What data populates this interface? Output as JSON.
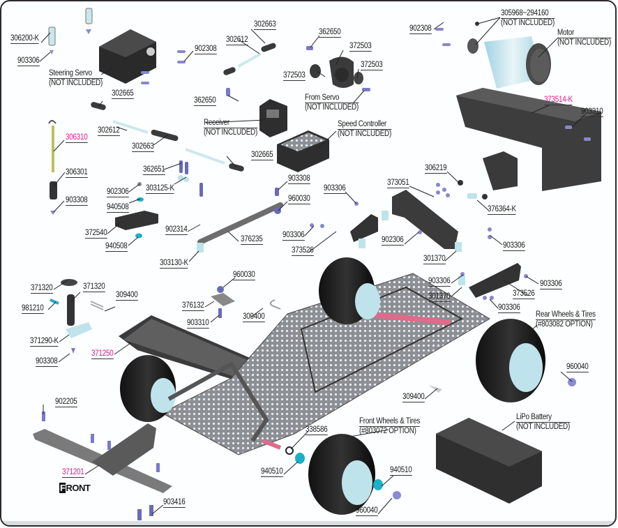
{
  "diagram": {
    "title": "Exploded parts diagram - RC car chassis",
    "front_marker": {
      "first": "F",
      "rest": "RONT"
    },
    "colors": {
      "highlight_label": "#d6198a",
      "label": "#1a1a1a",
      "frame": "#2b2b2b",
      "screw": "#7a7ac8",
      "aluminum": "#bfe3ea",
      "carbon": "#555555",
      "axle": "#d4567a"
    },
    "labels": {
      "l306200K": "306200-K",
      "l903306a": "903306",
      "steering_servo": "Steering Servo",
      "steering_servo_note": "(NOT INCLUDED)",
      "l902308a": "902308",
      "l302612a": "302612",
      "l302663a": "302663",
      "l362650a": "362650",
      "l372503a": "372503",
      "l372503b": "372503",
      "l372503c": "372503",
      "l362650b": "362650",
      "from_servo": "From Servo",
      "from_servo_note": "(NOT INCLUDED)",
      "l902308b": "902308",
      "pinion": "305968~294160",
      "pinion_note": "(NOT INCLUDED)",
      "motor": "Motor",
      "motor_note": "(NOT INCLUDED)",
      "l373514K": "373514-K",
      "l903310a": "903310",
      "l302665a": "302665",
      "l302612b": "302612",
      "l302663b": "302663",
      "receiver": "Receiver",
      "receiver_note": "(NOT INCLUDED)",
      "speed_controller": "Speed Controller",
      "speed_controller_note": "(NOT INCLUDED)",
      "l306310": "306310",
      "l306301": "306301",
      "l903308a": "903308",
      "l362651": "362651",
      "l303125K": "303125-K",
      "l902306a": "902306",
      "l940508a": "940508",
      "l372540": "372540",
      "l940508b": "940508",
      "l902314": "902314",
      "l303130K": "303130-K",
      "l302665b": "302665",
      "l903308b": "903308",
      "l960030a": "960030",
      "l376235": "376235",
      "l903306b": "903306",
      "l903306c": "903306",
      "l373526a": "373526",
      "l373051": "373051",
      "l902306b": "902306",
      "l306219": "306219",
      "l376364K": "376364-K",
      "l903306d": "903306",
      "l301370a": "301370",
      "l903306e": "903306",
      "l301370b": "301370",
      "l373526b": "373526",
      "l903306f": "903306",
      "l903306g": "903306",
      "l371320a": "371320",
      "l371320b": "371320",
      "l981210": "981210",
      "l309400a": "309400",
      "l371290K": "371290-K",
      "l903308c": "903308",
      "l371250": "371250",
      "l960030b": "960030",
      "l376132": "376132",
      "l903310b": "903310",
      "l309400b": "309400",
      "rear_wheels": "Rear Wheels & Tires",
      "rear_wheels_note": "(#803082 OPTION)",
      "l960040a": "960040",
      "l309400c": "309400",
      "l902205": "902205",
      "l371201": "371201",
      "l903416": "903416",
      "l338586": "338586",
      "front_wheels": "Front Wheels & Tires",
      "front_wheels_note": "(#803072 OPTION)",
      "l940510a": "940510",
      "l940510b": "940510",
      "l960040b": "960040",
      "lipo": "LiPo Battery",
      "lipo_note": "(NOT INCLUDED)"
    }
  }
}
